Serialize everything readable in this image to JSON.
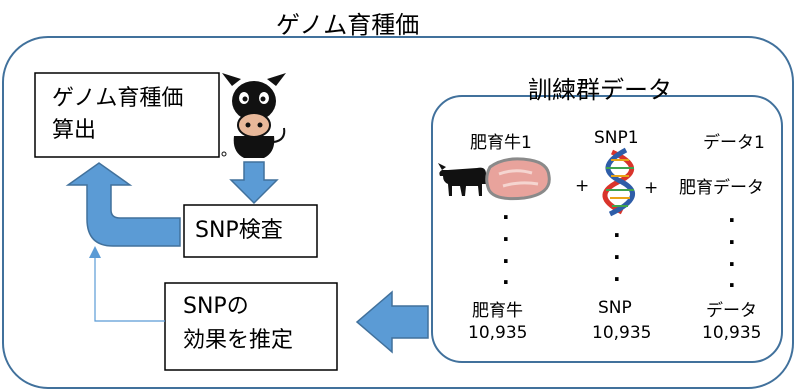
{
  "title": "ゲノム育種価",
  "training_group": {
    "title": "訓練群データ",
    "header": [
      "肥育牛1",
      "SNP1",
      "データ1"
    ],
    "second_row_text": "肥育データ",
    "plus": "+",
    "dot": ".",
    "footer_labels": [
      "肥育牛",
      "SNP",
      "データ"
    ],
    "footer_values": [
      "10,935",
      "10,935",
      "10,935"
    ]
  },
  "calc_box": {
    "line1": "ゲノム育種価",
    "line2": "算出"
  },
  "snp_test_box": {
    "label": "SNP検査"
  },
  "estimate_box": {
    "line1": "SNPの",
    "line2": "効果を推定"
  },
  "colors": {
    "frame": "#41719C",
    "arrow_fill": "#5B9BD5",
    "arrow_stroke": "#41719C",
    "meat": "#E8A39C",
    "dna_red": "#D9342B",
    "dna_blue": "#2E5DA8"
  }
}
